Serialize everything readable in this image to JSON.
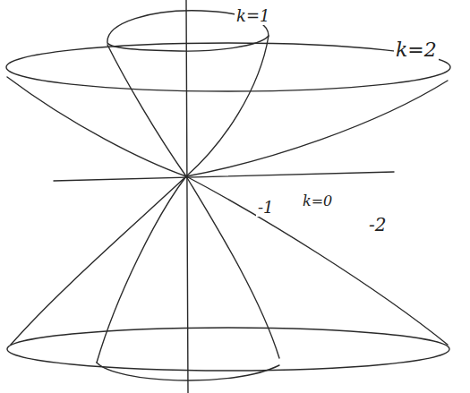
{
  "diagram": {
    "labels": [
      "k=1",
      "k=2",
      "-1",
      "k=0",
      "-2"
    ]
  }
}
